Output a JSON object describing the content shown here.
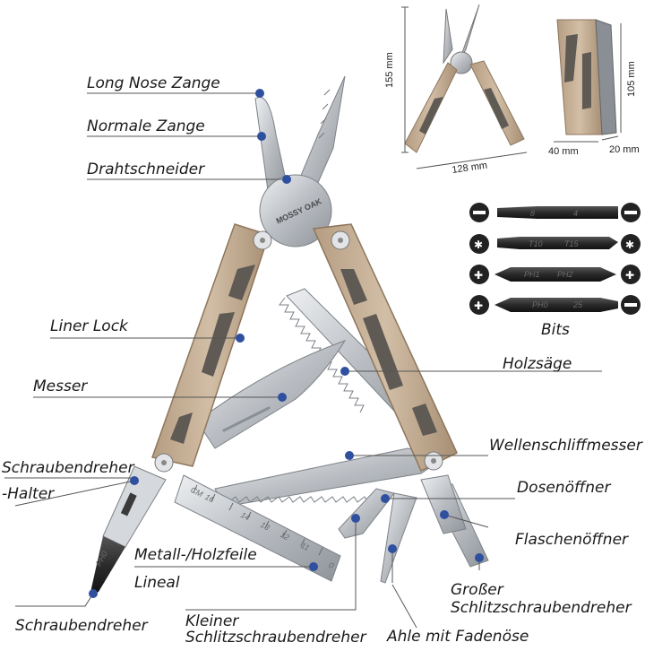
{
  "brand": "MOSSY OAK",
  "colors": {
    "handle": "#c3ab8f",
    "steel": "#c9ccd0",
    "dark": "#2b2b2b",
    "marker": "#2f4f9f"
  },
  "labels": {
    "long_nose": "Long Nose Zange",
    "normal": "Normale Zange",
    "wire": "Drahtschneider",
    "liner": "Liner Lock",
    "knife": "Messer",
    "bit_holder_1": "Schraubendreher",
    "bit_holder_2": "-Halter",
    "file": "Metall-/Holzfeile",
    "ruler": "Lineal",
    "screwdriver": "Schraubendreher",
    "small_flat_1": "Kleiner",
    "small_flat_2": "Schlitzschraubendreher",
    "awl": "Ahle mit Fadenöse",
    "large_flat_1": "Großer",
    "large_flat_2": "Schlitzschraubendreher",
    "bottle": "Flaschenöffner",
    "can": "Dosenöffner",
    "serrated": "Wellenschliffmesser",
    "saw": "Holzsäge",
    "bits": "Bits"
  },
  "dimensions": {
    "height_open": "155 mm",
    "width_open": "128 mm",
    "height_closed": "105 mm",
    "width_closed": "40 mm",
    "depth_closed": "20 mm"
  },
  "bit_codes": [
    {
      "a": "8",
      "b": "4"
    },
    {
      "a": "T10",
      "b": "T15"
    },
    {
      "a": "PH1",
      "b": "PH2"
    },
    {
      "a": "PH0",
      "b": "25"
    }
  ],
  "ruler_marks": [
    "CM",
    "16",
    "14",
    "13",
    "12",
    "11",
    "0"
  ],
  "screwdriver_tip": "PH0"
}
